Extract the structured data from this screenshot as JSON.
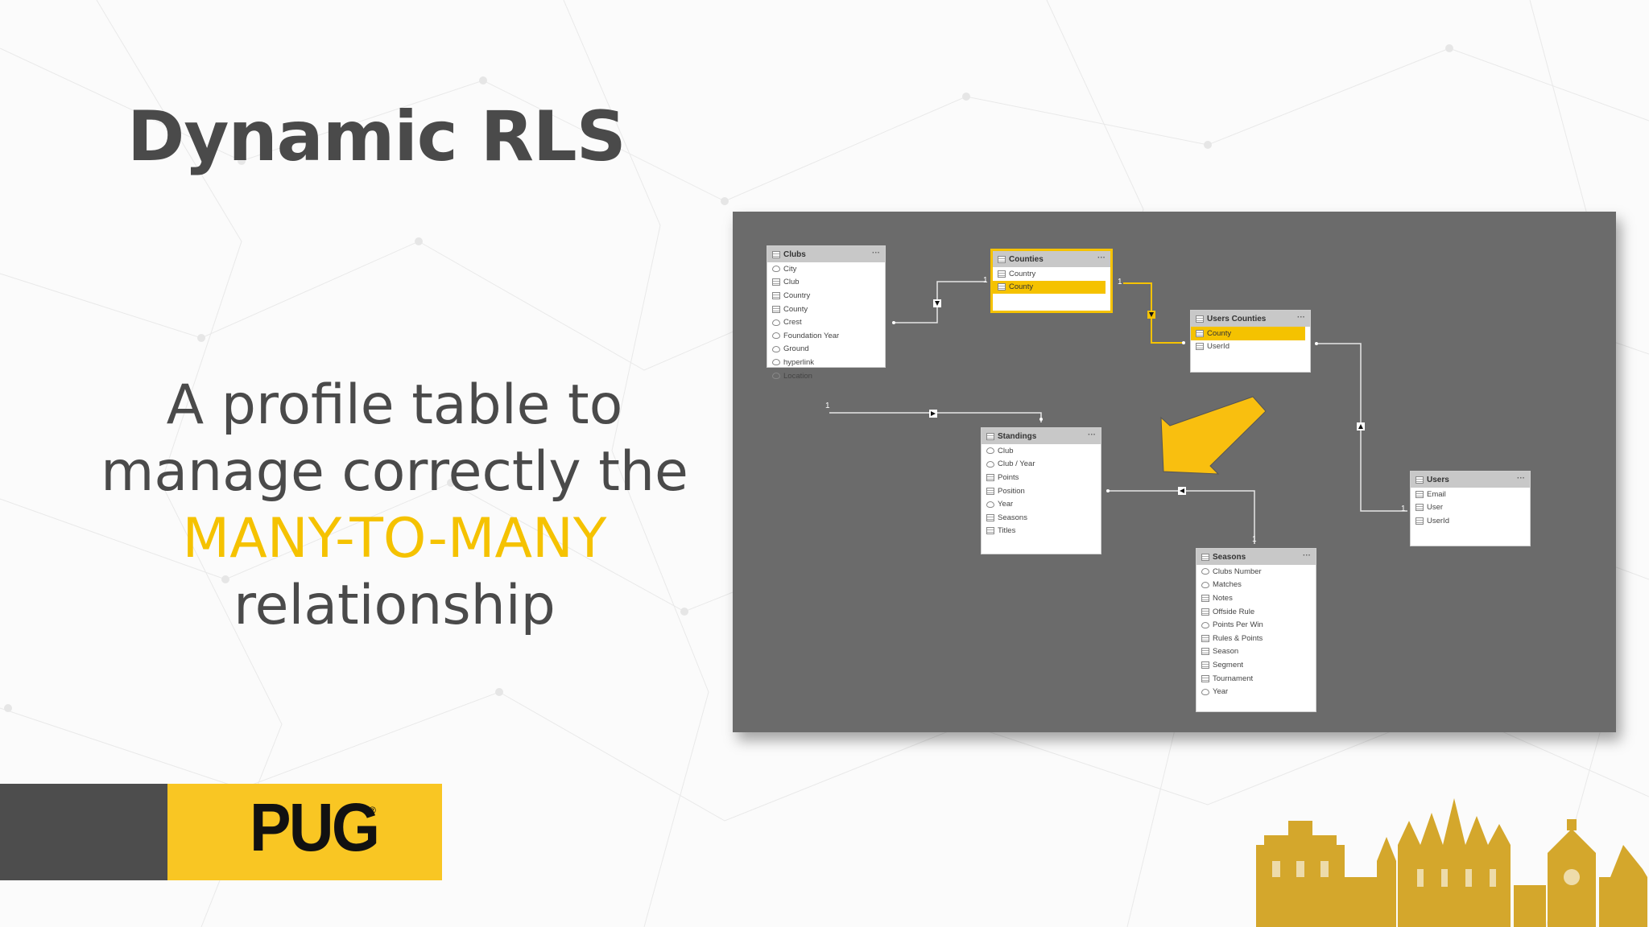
{
  "title": "Dynamic RLS",
  "subtitle": {
    "line1": "A profile table to",
    "line2": "manage correctly the",
    "line3": "MANY-TO-MANY",
    "line4": "relationship"
  },
  "logo": {
    "text": "PUG",
    "reg": "®"
  },
  "colors": {
    "accent": "#f5c200",
    "text": "#4a4a4a",
    "diagram_bg": "#6b6b6b"
  },
  "diagram": {
    "tables": {
      "clubs": {
        "name": "Clubs",
        "fields": [
          "City",
          "Club",
          "Country",
          "County",
          "Crest",
          "Foundation Year",
          "Ground",
          "hyperlink",
          "Location"
        ]
      },
      "counties": {
        "name": "Counties",
        "fields": [
          "Country",
          "County"
        ]
      },
      "users_counties": {
        "name": "Users Counties",
        "fields": [
          "County",
          "UserId"
        ]
      },
      "standings": {
        "name": "Standings",
        "fields": [
          "Club",
          "Club / Year",
          "Points",
          "Position",
          "Year",
          "Seasons",
          "Titles"
        ]
      },
      "users": {
        "name": "Users",
        "fields": [
          "Email",
          "User",
          "UserId"
        ]
      },
      "seasons": {
        "name": "Seasons",
        "fields": [
          "Clubs Number",
          "Matches",
          "Notes",
          "Offside Rule",
          "Points Per Win",
          "Rules & Points",
          "Season",
          "Segment",
          "Tournament",
          "Year"
        ]
      }
    },
    "cardinality": {
      "one": "1",
      "many": "*"
    },
    "more_icon": "···"
  }
}
